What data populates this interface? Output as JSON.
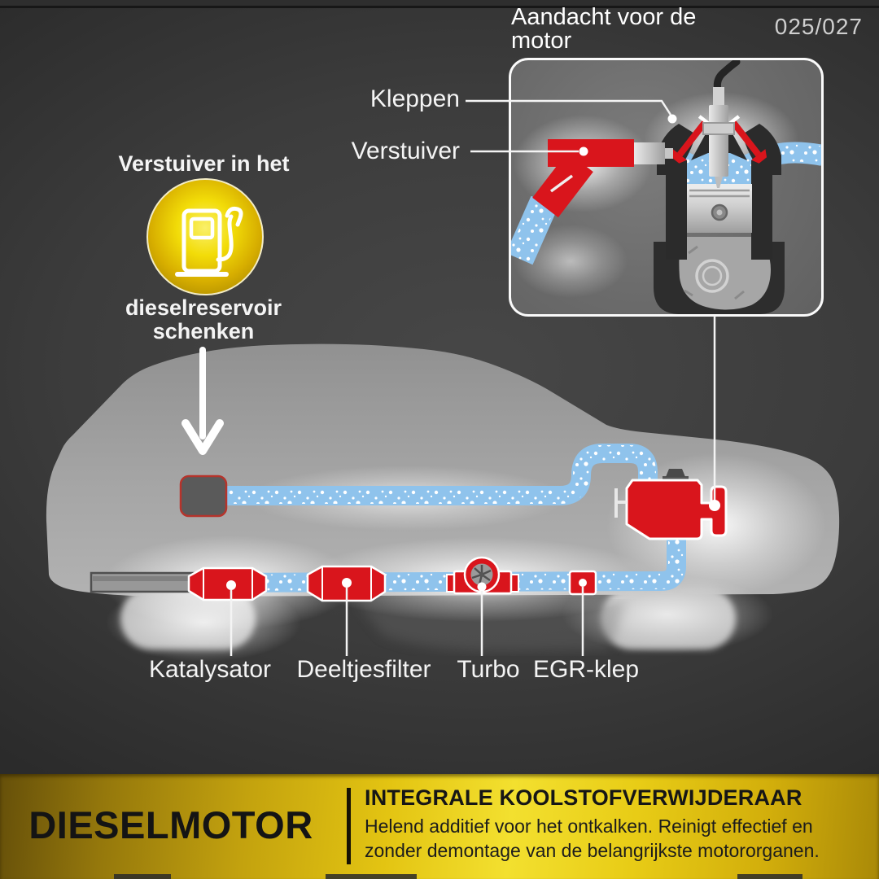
{
  "page": {
    "indicator": "025/027",
    "background_color": "#3a3a3a"
  },
  "inset_panel": {
    "title": "Aandacht voor de motor",
    "kleppen_label": "Kleppen",
    "verstuiver_label": "Verstuiver"
  },
  "fuel_instruction": {
    "line_top": "Verstuiver in het",
    "line_bottom": "dieselreservoir schenken",
    "icon": "fuel-pump-icon",
    "circle_color": "#e8c400"
  },
  "components": {
    "katalysator": "Katalysator",
    "deeltjesfilter": "Deeltjesfilter",
    "turbo": "Turbo",
    "egr": "EGR-klep"
  },
  "banner": {
    "category": "DIESELMOTOR",
    "product_title": "INTEGRALE KOOLSTOFVERWIJDERAAR",
    "description_line1": "Helend additief voor het ontkalken. Reinigt effectief en",
    "description_line2": "zonder demontage van de belangrijkste motororganen.",
    "gold_color": "#e3c412"
  },
  "colors": {
    "accent_red": "#d9151c",
    "pipe_blue": "#8fc3ec",
    "car_gray": "#a8a8a8"
  }
}
